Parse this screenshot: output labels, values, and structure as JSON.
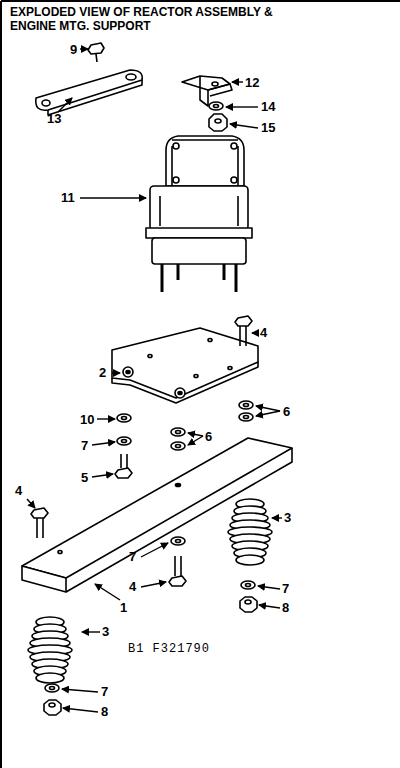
{
  "diagram": {
    "title": "EXPLODED VIEW OF REACTOR ASSEMBLY & ENGINE MTG. SUPPORT",
    "labels": [
      "9",
      "12",
      "14",
      "13",
      "15",
      "11",
      "4",
      "2",
      "10",
      "6",
      "7",
      "6",
      "5",
      "4",
      "3",
      "7",
      "4",
      "1",
      "7",
      "8",
      "3",
      "B1 F321790",
      "7",
      "8"
    ]
  }
}
